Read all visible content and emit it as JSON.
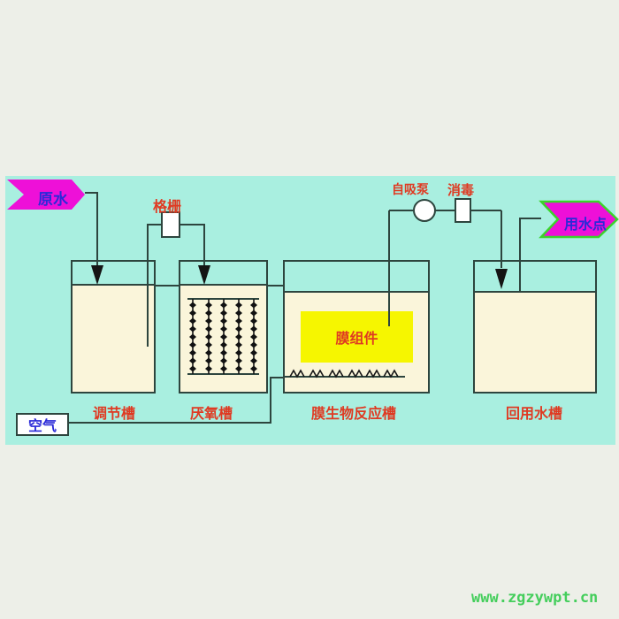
{
  "diagram": {
    "title_none": "",
    "flow_labels": {
      "raw_water": "原水",
      "grille": "格栅",
      "self_priming_pump": "自吸泵",
      "disinfection": "消毒",
      "water_use_point": "用水点",
      "air": "空气",
      "membrane_module": "膜组件"
    },
    "tanks": [
      {
        "label": "调节槽"
      },
      {
        "label": "厌氧槽"
      },
      {
        "label": "膜生物反应槽"
      },
      {
        "label": "回用水槽"
      }
    ]
  },
  "watermark": {
    "text": "www.zgzywpt.cn"
  },
  "colors": {
    "bg": "#edefe8",
    "cyan": "#a9efe0",
    "cream": "#faf5da",
    "yellow": "#f6f600",
    "magenta": "#ee10d8",
    "lime": "#3bd32b",
    "red": "#df3a22",
    "blue": "#2a2ad8",
    "dark": "#2d453e",
    "arrow": "#141414",
    "wm": "#45ce5c"
  }
}
